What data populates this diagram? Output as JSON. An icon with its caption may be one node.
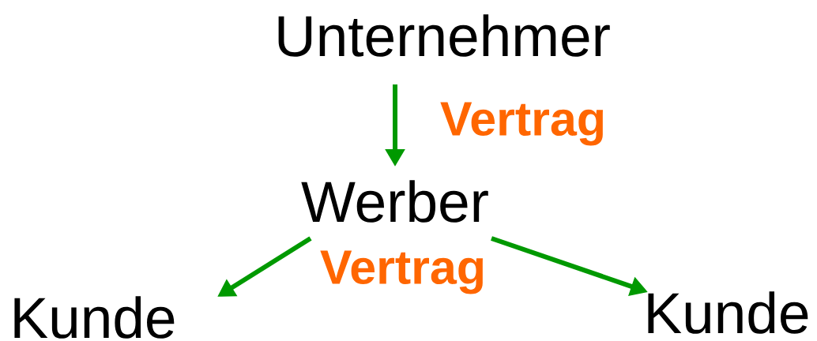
{
  "diagram": {
    "nodes": [
      {
        "text": [
          "Unternehmer"
        ]
      },
      {
        "text": [
          "Werber"
        ]
      },
      {
        "text": [
          "Kunde"
        ]
      },
      {
        "text": [
          "Kunde"
        ]
      }
    ],
    "edges": [
      {
        "from": 0,
        "to": 1,
        "arrow": "to",
        "label": "Vertrag"
      },
      {
        "from": 1,
        "to": 2,
        "arrow": "to",
        "label": "Vertrag"
      },
      {
        "from": 1,
        "to": 3,
        "arrow": "to"
      }
    ]
  }
}
